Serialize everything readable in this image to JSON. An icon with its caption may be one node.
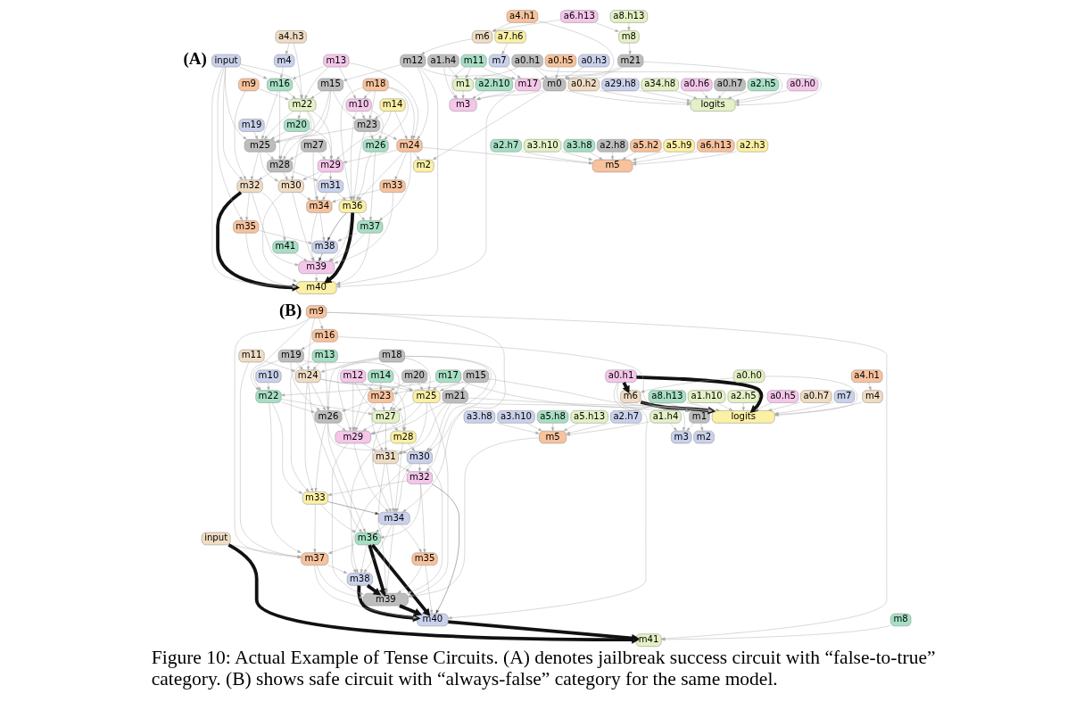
{
  "diagram": {
    "caption": "Figure 10: Actual Example of Tense Circuits. (A) denotes jailbreak success circuit with “false-to-true” category. (B) shows safe circuit with “always-false” category for the same model.",
    "nodes": [
      {
        "text": [
          "a4.h3"
        ]
      },
      {
        "text": [
          "a4.h1"
        ]
      },
      {
        "text": [
          "a6.h13"
        ]
      },
      {
        "text": [
          "a8.h13"
        ]
      },
      {
        "text": [
          "a7.h6"
        ]
      },
      {
        "text": [
          "m4"
        ]
      },
      {
        "text": [
          "m6"
        ]
      },
      {
        "text": [
          "m8"
        ]
      },
      {
        "text": [
          "m7"
        ]
      },
      {
        "text": [
          "m12"
        ]
      },
      {
        "text": [
          "input"
        ]
      },
      {
        "text": [
          "m13"
        ]
      },
      {
        "text": [
          "m15"
        ]
      },
      {
        "text": [
          "m16"
        ]
      },
      {
        "text": [
          "m9"
        ]
      },
      {
        "text": [
          "m18"
        ]
      },
      {
        "text": [
          "m14"
        ]
      },
      {
        "text": [
          "m21"
        ]
      },
      {
        "text": [
          "m22"
        ]
      },
      {
        "text": [
          "m10"
        ]
      },
      {
        "text": [
          "m23"
        ]
      },
      {
        "text": [
          "a0.h0"
        ]
      },
      {
        "text": [
          "a0.h1"
        ]
      },
      {
        "text": [
          "a0.h5"
        ]
      },
      {
        "text": [
          "a0.h3"
        ]
      },
      {
        "text": [
          "m11"
        ]
      },
      {
        "text": [
          "m19"
        ]
      },
      {
        "text": [
          "m20"
        ]
      },
      {
        "text": [
          "m24"
        ]
      },
      {
        "text": [
          "a0.h2"
        ]
      },
      {
        "text": [
          "a29.h8"
        ]
      },
      {
        "text": [
          "a34.h8"
        ]
      },
      {
        "text": [
          "a0.h6"
        ]
      },
      {
        "text": [
          "a0.h7"
        ]
      },
      {
        "text": [
          "a2.h5"
        ]
      },
      {
        "text": [
          "m0"
        ]
      },
      {
        "text": [
          "a1.h4"
        ]
      },
      {
        "text": [
          "m17"
        ]
      },
      {
        "text": [
          "m25"
        ]
      },
      {
        "text": [
          "m27"
        ]
      },
      {
        "text": [
          "m26"
        ]
      },
      {
        "text": [
          "a2.h8"
        ]
      },
      {
        "text": [
          "a5.h2"
        ]
      },
      {
        "text": [
          "a5.h9"
        ]
      },
      {
        "text": [
          "a6.h13"
        ]
      },
      {
        "text": [
          "a2.h3"
        ]
      },
      {
        "text": [
          "a2.h7"
        ]
      },
      {
        "text": [
          "a3.h10"
        ]
      },
      {
        "text": [
          "a3.h8"
        ]
      },
      {
        "text": [
          "logits"
        ]
      },
      {
        "text": [
          "a2.h10"
        ]
      },
      {
        "text": [
          "m1"
        ]
      },
      {
        "text": [
          "m28"
        ]
      },
      {
        "text": [
          "m29"
        ]
      },
      {
        "text": [
          "m5"
        ]
      },
      {
        "text": [
          "m2"
        ]
      },
      {
        "text": [
          "m3"
        ]
      },
      {
        "text": [
          "m32"
        ]
      },
      {
        "text": [
          "m30"
        ]
      },
      {
        "text": [
          "m31"
        ]
      },
      {
        "text": [
          "m36"
        ]
      },
      {
        "text": [
          "m33"
        ]
      },
      {
        "text": [
          "m34"
        ]
      },
      {
        "text": [
          "m35"
        ]
      },
      {
        "text": [
          "m37"
        ]
      },
      {
        "text": [
          "m41"
        ]
      },
      {
        "text": [
          "m38"
        ]
      },
      {
        "text": [
          "m39"
        ]
      },
      {
        "text": [
          "m40"
        ]
      },
      {
        "text": [
          "m9"
        ]
      },
      {
        "text": [
          "m16"
        ]
      },
      {
        "text": [
          "m11"
        ]
      },
      {
        "text": [
          "m10"
        ]
      },
      {
        "text": [
          "m13"
        ]
      },
      {
        "text": [
          "m19"
        ]
      },
      {
        "text": [
          "m18"
        ]
      },
      {
        "text": [
          "m15"
        ]
      },
      {
        "text": [
          "a4.h1"
        ]
      },
      {
        "text": [
          "a0.h0"
        ]
      },
      {
        "text": [
          "a0.h1"
        ]
      },
      {
        "text": [
          "m24"
        ]
      },
      {
        "text": [
          "m12"
        ]
      },
      {
        "text": [
          "m20"
        ]
      },
      {
        "text": [
          "m14"
        ]
      },
      {
        "text": [
          "m17"
        ]
      },
      {
        "text": [
          "m21"
        ]
      },
      {
        "text": [
          "a8.h13"
        ]
      },
      {
        "text": [
          "a1.h10"
        ]
      },
      {
        "text": [
          "a2.h5"
        ]
      },
      {
        "text": [
          "m4"
        ]
      },
      {
        "text": [
          "a0.h5"
        ]
      },
      {
        "text": [
          "a0.h7"
        ]
      },
      {
        "text": [
          "m7"
        ]
      },
      {
        "text": [
          "m6"
        ]
      },
      {
        "text": [
          "m22"
        ]
      },
      {
        "text": [
          "m23"
        ]
      },
      {
        "text": [
          "m25"
        ]
      },
      {
        "text": [
          "a3.h8"
        ]
      },
      {
        "text": [
          "a3.h10"
        ]
      },
      {
        "text": [
          "a5.h8"
        ]
      },
      {
        "text": [
          "a5.h13"
        ]
      },
      {
        "text": [
          "a2.h7"
        ]
      },
      {
        "text": [
          "a1.h4"
        ]
      },
      {
        "text": [
          "logits"
        ]
      },
      {
        "text": [
          "m1"
        ]
      },
      {
        "text": [
          "m26"
        ]
      },
      {
        "text": [
          "m27"
        ]
      },
      {
        "text": [
          "m5"
        ]
      },
      {
        "text": [
          "m2"
        ]
      },
      {
        "text": [
          "m3"
        ]
      },
      {
        "text": [
          "m28"
        ]
      },
      {
        "text": [
          "m29"
        ]
      },
      {
        "text": [
          "m30"
        ]
      },
      {
        "text": [
          "m31"
        ]
      },
      {
        "text": [
          "m32"
        ]
      },
      {
        "text": [
          "m33"
        ]
      },
      {
        "text": [
          "m34"
        ]
      },
      {
        "text": [
          "input"
        ]
      },
      {
        "text": [
          "m36"
        ]
      },
      {
        "text": [
          "m37"
        ]
      },
      {
        "text": [
          "m35"
        ]
      },
      {
        "text": [
          "m38"
        ]
      },
      {
        "text": [
          "m39"
        ]
      },
      {
        "text": [
          "m8"
        ]
      },
      {
        "text": [
          "m40"
        ]
      },
      {
        "text": [
          "m41"
        ]
      }
    ],
    "edges": [
      {
        "from": 0,
        "to": 5,
        "arrow": "to"
      },
      {
        "from": 0,
        "to": 18,
        "arrow": "to"
      },
      {
        "from": 1,
        "to": 6,
        "arrow": "to"
      },
      {
        "from": 1,
        "to": 35,
        "arrow": "to"
      },
      {
        "from": 2,
        "to": 6,
        "arrow": "to"
      },
      {
        "from": 2,
        "to": 7,
        "arrow": "to"
      },
      {
        "from": 3,
        "to": 7,
        "arrow": "to"
      },
      {
        "from": 4,
        "to": 8,
        "arrow": "to"
      },
      {
        "from": 6,
        "to": 9,
        "arrow": "to"
      },
      {
        "from": 5,
        "to": 13,
        "arrow": "to"
      },
      {
        "from": 7,
        "to": 17,
        "arrow": "to"
      },
      {
        "from": 8,
        "to": 37,
        "arrow": "to"
      },
      {
        "from": 9,
        "to": 12,
        "arrow": "to"
      },
      {
        "from": 9,
        "to": 37,
        "arrow": "to"
      },
      {
        "from": 9,
        "to": 68,
        "arrow": "to"
      },
      {
        "from": 9,
        "to": 28,
        "arrow": "to"
      },
      {
        "from": 10,
        "to": 13,
        "arrow": "to"
      },
      {
        "from": 10,
        "to": 18,
        "arrow": "to"
      },
      {
        "from": 10,
        "to": 38,
        "arrow": "to"
      },
      {
        "from": 10,
        "to": 57,
        "arrow": "to"
      },
      {
        "from": 10,
        "to": 68,
        "arrow": "to"
      },
      {
        "from": 10,
        "to": 63,
        "arrow": "to"
      },
      {
        "from": 11,
        "to": 13,
        "arrow": "to"
      },
      {
        "from": 11,
        "to": 18,
        "arrow": "to"
      },
      {
        "from": 11,
        "to": 19,
        "arrow": "to"
      },
      {
        "from": 11,
        "to": 28,
        "arrow": "to"
      },
      {
        "from": 12,
        "to": 18,
        "arrow": "to"
      },
      {
        "from": 12,
        "to": 38,
        "arrow": "to"
      },
      {
        "from": 12,
        "to": 20,
        "arrow": "to"
      },
      {
        "from": 12,
        "to": 52,
        "arrow": "to"
      },
      {
        "from": 13,
        "to": 18,
        "arrow": "to"
      },
      {
        "from": 13,
        "to": 38,
        "arrow": "to"
      },
      {
        "from": 13,
        "to": 52,
        "arrow": "to"
      },
      {
        "from": 14,
        "to": 18,
        "arrow": "to"
      },
      {
        "from": 14,
        "to": 57,
        "arrow": "to"
      },
      {
        "from": 15,
        "to": 19,
        "arrow": "to"
      },
      {
        "from": 15,
        "to": 20,
        "arrow": "to"
      },
      {
        "from": 15,
        "to": 28,
        "arrow": "to"
      },
      {
        "from": 15,
        "to": 40,
        "arrow": "to"
      },
      {
        "from": 15,
        "to": 60,
        "arrow": "to"
      },
      {
        "from": 16,
        "to": 20,
        "arrow": "to"
      },
      {
        "from": 16,
        "to": 28,
        "arrow": "to"
      },
      {
        "from": 16,
        "to": 53,
        "arrow": "to"
      },
      {
        "from": 17,
        "to": 35,
        "arrow": "to"
      },
      {
        "from": 17,
        "to": 37,
        "arrow": "to"
      },
      {
        "from": 17,
        "to": 49,
        "arrow": "to"
      },
      {
        "from": 18,
        "to": 27,
        "arrow": "to"
      },
      {
        "from": 18,
        "to": 38,
        "arrow": "to"
      },
      {
        "from": 18,
        "to": 52,
        "arrow": "to"
      },
      {
        "from": 18,
        "to": 53,
        "arrow": "to"
      },
      {
        "from": 18,
        "to": 58,
        "arrow": "to"
      },
      {
        "from": 19,
        "to": 20,
        "arrow": "to"
      },
      {
        "from": 19,
        "to": 40,
        "arrow": "to"
      },
      {
        "from": 19,
        "to": 60,
        "arrow": "to"
      },
      {
        "from": 20,
        "to": 28,
        "arrow": "to"
      },
      {
        "from": 20,
        "to": 40,
        "arrow": "to"
      },
      {
        "from": 20,
        "to": 38,
        "arrow": "to"
      },
      {
        "from": 20,
        "to": 60,
        "arrow": "to"
      },
      {
        "from": 21,
        "to": 49,
        "arrow": "to"
      },
      {
        "from": 22,
        "to": 35,
        "arrow": "to"
      },
      {
        "from": 22,
        "to": 49,
        "arrow": "to"
      },
      {
        "from": 22,
        "to": 51,
        "arrow": "to"
      },
      {
        "from": 23,
        "to": 35,
        "arrow": "to"
      },
      {
        "from": 24,
        "to": 35,
        "arrow": "to"
      },
      {
        "from": 25,
        "to": 37,
        "arrow": "to"
      },
      {
        "from": 25,
        "to": 51,
        "arrow": "to"
      },
      {
        "from": 25,
        "to": 56,
        "arrow": "to"
      },
      {
        "from": 26,
        "to": 38,
        "arrow": "to"
      },
      {
        "from": 27,
        "to": 38,
        "arrow": "to"
      },
      {
        "from": 27,
        "to": 53,
        "arrow": "to"
      },
      {
        "from": 28,
        "to": 53,
        "arrow": "to"
      },
      {
        "from": 28,
        "to": 60,
        "arrow": "to"
      },
      {
        "from": 28,
        "to": 61,
        "arrow": "to"
      },
      {
        "from": 28,
        "to": 54,
        "arrow": "to"
      },
      {
        "from": 28,
        "to": 64,
        "arrow": "to"
      },
      {
        "from": 28,
        "to": 55,
        "arrow": "to"
      },
      {
        "from": 29,
        "to": 49,
        "arrow": "to"
      },
      {
        "from": 30,
        "to": 49,
        "arrow": "to"
      },
      {
        "from": 31,
        "to": 49,
        "arrow": "to"
      },
      {
        "from": 32,
        "to": 49,
        "arrow": "to"
      },
      {
        "from": 33,
        "to": 49,
        "arrow": "to"
      },
      {
        "from": 34,
        "to": 49,
        "arrow": "to"
      },
      {
        "from": 35,
        "to": 49,
        "arrow": "to"
      },
      {
        "from": 35,
        "to": 56,
        "arrow": "to"
      },
      {
        "from": 35,
        "to": 55,
        "arrow": "to"
      },
      {
        "from": 36,
        "to": 51,
        "arrow": "to"
      },
      {
        "from": 36,
        "to": 56,
        "arrow": "to"
      },
      {
        "from": 37,
        "to": 68,
        "arrow": "to"
      },
      {
        "from": 37,
        "to": 56,
        "arrow": "to"
      },
      {
        "from": 38,
        "to": 52,
        "arrow": "to"
      },
      {
        "from": 38,
        "to": 57,
        "arrow": "to"
      },
      {
        "from": 38,
        "to": 58,
        "arrow": "to"
      },
      {
        "from": 39,
        "to": 52,
        "arrow": "to"
      },
      {
        "from": 39,
        "to": 53,
        "arrow": "to"
      },
      {
        "from": 39,
        "to": 62,
        "arrow": "to"
      },
      {
        "from": 40,
        "to": 60,
        "arrow": "to"
      },
      {
        "from": 40,
        "to": 64,
        "arrow": "to"
      },
      {
        "from": 41,
        "to": 54,
        "arrow": "to"
      },
      {
        "from": 42,
        "to": 54,
        "arrow": "to"
      },
      {
        "from": 43,
        "to": 54,
        "arrow": "to"
      },
      {
        "from": 44,
        "to": 54,
        "arrow": "to"
      },
      {
        "from": 45,
        "to": 54,
        "arrow": "to"
      },
      {
        "from": 46,
        "to": 54,
        "arrow": "to"
      },
      {
        "from": 47,
        "to": 54,
        "arrow": "to"
      },
      {
        "from": 48,
        "to": 54,
        "arrow": "to"
      },
      {
        "from": 50,
        "to": 56,
        "arrow": "to"
      },
      {
        "from": 51,
        "to": 56,
        "arrow": "to"
      },
      {
        "from": 52,
        "to": 58,
        "arrow": "to"
      },
      {
        "from": 52,
        "to": 57,
        "arrow": "to"
      },
      {
        "from": 52,
        "to": 59,
        "arrow": "to"
      },
      {
        "from": 53,
        "to": 58,
        "arrow": "to"
      },
      {
        "from": 53,
        "to": 59,
        "arrow": "to"
      },
      {
        "from": 53,
        "to": 62,
        "arrow": "to"
      },
      {
        "from": 57,
        "to": 63,
        "arrow": "to"
      },
      {
        "from": 57,
        "to": 68,
        "arrow": "to",
        "style": "thick",
        "color": "#111111"
      },
      {
        "from": 57,
        "to": 67,
        "arrow": "to"
      },
      {
        "from": 57,
        "to": 65,
        "arrow": "to"
      },
      {
        "from": 58,
        "to": 62,
        "arrow": "to"
      },
      {
        "from": 58,
        "to": 67,
        "arrow": "to"
      },
      {
        "from": 58,
        "to": 68,
        "arrow": "to"
      },
      {
        "from": 59,
        "to": 60,
        "arrow": "to"
      },
      {
        "from": 59,
        "to": 62,
        "arrow": "to"
      },
      {
        "from": 60,
        "to": 66,
        "arrow": "to",
        "color": "#444444"
      },
      {
        "from": 60,
        "to": 64,
        "arrow": "to"
      },
      {
        "from": 60,
        "to": 67,
        "arrow": "to"
      },
      {
        "from": 60,
        "to": 68,
        "arrow": "to",
        "style": "thick",
        "color": "#111111"
      },
      {
        "from": 61,
        "to": 62,
        "arrow": "to"
      },
      {
        "from": 61,
        "to": 67,
        "arrow": "to"
      },
      {
        "from": 62,
        "to": 67,
        "arrow": "to"
      },
      {
        "from": 62,
        "to": 66,
        "arrow": "to"
      },
      {
        "from": 63,
        "to": 66,
        "arrow": "to"
      },
      {
        "from": 63,
        "to": 68,
        "arrow": "to"
      },
      {
        "from": 64,
        "to": 67,
        "arrow": "to"
      },
      {
        "from": 64,
        "to": 66,
        "arrow": "to"
      },
      {
        "from": 64,
        "to": 68,
        "arrow": "to"
      },
      {
        "from": 65,
        "to": 67,
        "arrow": "to"
      },
      {
        "from": 66,
        "to": 67,
        "arrow": "to",
        "color": "#444444"
      },
      {
        "from": 67,
        "to": 68,
        "arrow": "to"
      },
      {
        "from": 69,
        "to": 70,
        "arrow": "to"
      },
      {
        "from": 69,
        "to": 94,
        "arrow": "to"
      },
      {
        "from": 69,
        "to": 80,
        "arrow": "to"
      },
      {
        "from": 69,
        "to": 125,
        "arrow": "to"
      },
      {
        "from": 69,
        "to": 119,
        "arrow": "to"
      },
      {
        "from": 69,
        "to": 112,
        "arrow": "to"
      },
      {
        "from": 70,
        "to": 74,
        "arrow": "to"
      },
      {
        "from": 70,
        "to": 103,
        "arrow": "to"
      },
      {
        "from": 71,
        "to": 80,
        "arrow": "to"
      },
      {
        "from": 71,
        "to": 119,
        "arrow": "to"
      },
      {
        "from": 72,
        "to": 94,
        "arrow": "to"
      },
      {
        "from": 73,
        "to": 80,
        "arrow": "to"
      },
      {
        "from": 73,
        "to": 105,
        "arrow": "to"
      },
      {
        "from": 73,
        "to": 115,
        "arrow": "to"
      },
      {
        "from": 74,
        "to": 80,
        "arrow": "to"
      },
      {
        "from": 74,
        "to": 94,
        "arrow": "to"
      },
      {
        "from": 74,
        "to": 105,
        "arrow": "to"
      },
      {
        "from": 74,
        "to": 106,
        "arrow": "to"
      },
      {
        "from": 75,
        "to": 80,
        "arrow": "to"
      },
      {
        "from": 75,
        "to": 105,
        "arrow": "to"
      },
      {
        "from": 75,
        "to": 96,
        "arrow": "to"
      },
      {
        "from": 75,
        "to": 114,
        "arrow": "to"
      },
      {
        "from": 75,
        "to": 111,
        "arrow": "to"
      },
      {
        "from": 75,
        "to": 116,
        "arrow": "to"
      },
      {
        "from": 76,
        "to": 85,
        "arrow": "to"
      },
      {
        "from": 76,
        "to": 96,
        "arrow": "to"
      },
      {
        "from": 76,
        "to": 95,
        "arrow": "to"
      },
      {
        "from": 76,
        "to": 103,
        "arrow": "to"
      },
      {
        "from": 77,
        "to": 89,
        "arrow": "to"
      },
      {
        "from": 78,
        "to": 103,
        "arrow": "to"
      },
      {
        "from": 78,
        "to": 93,
        "arrow": "to"
      },
      {
        "from": 79,
        "to": 103,
        "arrow": "to",
        "style": "thick",
        "color": "#111111"
      },
      {
        "from": 79,
        "to": 93,
        "arrow": "to",
        "style": "thick",
        "color": "#111111"
      },
      {
        "from": 79,
        "to": 104,
        "arrow": "to"
      },
      {
        "from": 79,
        "to": 109,
        "arrow": "to"
      },
      {
        "from": 80,
        "to": 105,
        "arrow": "to"
      },
      {
        "from": 80,
        "to": 110,
        "arrow": "to"
      },
      {
        "from": 80,
        "to": 96,
        "arrow": "to"
      },
      {
        "from": 80,
        "to": 115,
        "arrow": "to"
      },
      {
        "from": 80,
        "to": 118,
        "arrow": "to"
      },
      {
        "from": 81,
        "to": 95,
        "arrow": "to"
      },
      {
        "from": 81,
        "to": 106,
        "arrow": "to"
      },
      {
        "from": 81,
        "to": 111,
        "arrow": "to"
      },
      {
        "from": 82,
        "to": 95,
        "arrow": "to"
      },
      {
        "from": 82,
        "to": 96,
        "arrow": "to"
      },
      {
        "from": 82,
        "to": 106,
        "arrow": "to"
      },
      {
        "from": 83,
        "to": 95,
        "arrow": "to"
      },
      {
        "from": 83,
        "to": 96,
        "arrow": "to"
      },
      {
        "from": 83,
        "to": 111,
        "arrow": "to"
      },
      {
        "from": 84,
        "to": 96,
        "arrow": "to"
      },
      {
        "from": 84,
        "to": 94,
        "arrow": "to"
      },
      {
        "from": 84,
        "to": 103,
        "arrow": "to"
      },
      {
        "from": 85,
        "to": 103,
        "arrow": "to"
      },
      {
        "from": 85,
        "to": 112,
        "arrow": "to"
      },
      {
        "from": 85,
        "to": 113,
        "arrow": "to"
      },
      {
        "from": 85,
        "to": 111,
        "arrow": "to"
      },
      {
        "from": 86,
        "to": 103,
        "arrow": "to"
      },
      {
        "from": 87,
        "to": 103,
        "arrow": "to"
      },
      {
        "from": 88,
        "to": 103,
        "arrow": "to"
      },
      {
        "from": 89,
        "to": 103,
        "arrow": "to"
      },
      {
        "from": 90,
        "to": 103,
        "arrow": "to"
      },
      {
        "from": 91,
        "to": 103,
        "arrow": "to"
      },
      {
        "from": 92,
        "to": 103,
        "arrow": "to"
      },
      {
        "from": 93,
        "to": 103,
        "arrow": "to",
        "style": "thick",
        "color": "#111111"
      },
      {
        "from": 93,
        "to": 104,
        "arrow": "to"
      },
      {
        "from": 94,
        "to": 105,
        "arrow": "to"
      },
      {
        "from": 94,
        "to": 106,
        "arrow": "to"
      },
      {
        "from": 94,
        "to": 115,
        "arrow": "to"
      },
      {
        "from": 94,
        "to": 119,
        "arrow": "to"
      },
      {
        "from": 95,
        "to": 105,
        "arrow": "to"
      },
      {
        "from": 95,
        "to": 106,
        "arrow": "to"
      },
      {
        "from": 95,
        "to": 111,
        "arrow": "to"
      },
      {
        "from": 95,
        "to": 113,
        "arrow": "to"
      },
      {
        "from": 95,
        "to": 110,
        "arrow": "to"
      },
      {
        "from": 96,
        "to": 106,
        "arrow": "to"
      },
      {
        "from": 96,
        "to": 111,
        "arrow": "to"
      },
      {
        "from": 96,
        "to": 113,
        "arrow": "to"
      },
      {
        "from": 96,
        "to": 122,
        "arrow": "to"
      },
      {
        "from": 96,
        "to": 124,
        "arrow": "to"
      },
      {
        "from": 97,
        "to": 107,
        "arrow": "to"
      },
      {
        "from": 98,
        "to": 107,
        "arrow": "to"
      },
      {
        "from": 99,
        "to": 107,
        "arrow": "to"
      },
      {
        "from": 100,
        "to": 107,
        "arrow": "to"
      },
      {
        "from": 101,
        "to": 107,
        "arrow": "to"
      },
      {
        "from": 102,
        "to": 107,
        "arrow": "to"
      },
      {
        "from": 102,
        "to": 109,
        "arrow": "to"
      },
      {
        "from": 104,
        "to": 108,
        "arrow": "to"
      },
      {
        "from": 104,
        "to": 109,
        "arrow": "to"
      },
      {
        "from": 105,
        "to": 112,
        "arrow": "to"
      },
      {
        "from": 105,
        "to": 115,
        "arrow": "to"
      },
      {
        "from": 105,
        "to": 118,
        "arrow": "to"
      },
      {
        "from": 105,
        "to": 111,
        "arrow": "to"
      },
      {
        "from": 106,
        "to": 110,
        "arrow": "to"
      },
      {
        "from": 106,
        "to": 111,
        "arrow": "to"
      },
      {
        "from": 106,
        "to": 113,
        "arrow": "to"
      },
      {
        "from": 106,
        "to": 116,
        "arrow": "to"
      },
      {
        "from": 107,
        "to": 122,
        "arrow": "to"
      },
      {
        "from": 110,
        "to": 112,
        "arrow": "to"
      },
      {
        "from": 110,
        "to": 116,
        "arrow": "to"
      },
      {
        "from": 110,
        "to": 121,
        "arrow": "to"
      },
      {
        "from": 111,
        "to": 113,
        "arrow": "to"
      },
      {
        "from": 111,
        "to": 116,
        "arrow": "to"
      },
      {
        "from": 111,
        "to": 122,
        "arrow": "to"
      },
      {
        "from": 112,
        "to": 114,
        "arrow": "to"
      },
      {
        "from": 112,
        "to": 116,
        "arrow": "to"
      },
      {
        "from": 112,
        "to": 122,
        "arrow": "to"
      },
      {
        "from": 112,
        "to": 121,
        "arrow": "to"
      },
      {
        "from": 113,
        "to": 114,
        "arrow": "to"
      },
      {
        "from": 113,
        "to": 116,
        "arrow": "to"
      },
      {
        "from": 113,
        "to": 122,
        "arrow": "to"
      },
      {
        "from": 114,
        "to": 115,
        "arrow": "to"
      },
      {
        "from": 114,
        "to": 118,
        "arrow": "to"
      },
      {
        "from": 114,
        "to": 124,
        "arrow": "to",
        "color": "#444444"
      },
      {
        "from": 114,
        "to": 120,
        "arrow": "to"
      },
      {
        "from": 115,
        "to": 116,
        "arrow": "to",
        "color": "#444444"
      },
      {
        "from": 115,
        "to": 118,
        "arrow": "to"
      },
      {
        "from": 115,
        "to": 119,
        "arrow": "to"
      },
      {
        "from": 116,
        "to": 118,
        "arrow": "to"
      },
      {
        "from": 116,
        "to": 120,
        "arrow": "to"
      },
      {
        "from": 116,
        "to": 122,
        "arrow": "to"
      },
      {
        "from": 116,
        "to": 121,
        "arrow": "to"
      },
      {
        "from": 117,
        "to": 125,
        "arrow": "to",
        "style": "thick",
        "color": "#111111"
      },
      {
        "from": 117,
        "to": 119,
        "arrow": "to"
      },
      {
        "from": 118,
        "to": 119,
        "arrow": "to"
      },
      {
        "from": 118,
        "to": 121,
        "arrow": "to"
      },
      {
        "from": 118,
        "to": 122,
        "arrow": "to",
        "style": "thick",
        "color": "#111111"
      },
      {
        "from": 118,
        "to": 124,
        "arrow": "to",
        "style": "thick",
        "color": "#111111"
      },
      {
        "from": 119,
        "to": 121,
        "arrow": "to"
      },
      {
        "from": 119,
        "to": 122,
        "arrow": "to"
      },
      {
        "from": 119,
        "to": 124,
        "arrow": "to"
      },
      {
        "from": 120,
        "to": 122,
        "arrow": "to"
      },
      {
        "from": 120,
        "to": 124,
        "arrow": "to"
      },
      {
        "from": 121,
        "to": 122,
        "arrow": "to",
        "style": "thick",
        "color": "#111111"
      },
      {
        "from": 121,
        "to": 124,
        "arrow": "to",
        "style": "thick",
        "color": "#111111"
      },
      {
        "from": 122,
        "to": 124,
        "arrow": "to",
        "style": "thick",
        "color": "#111111"
      },
      {
        "from": 123,
        "to": 125,
        "arrow": "to"
      },
      {
        "from": 124,
        "to": 125,
        "arrow": "to",
        "style": "thick",
        "color": "#111111"
      }
    ],
    "labels": [
      "(A)",
      "(B)"
    ]
  }
}
